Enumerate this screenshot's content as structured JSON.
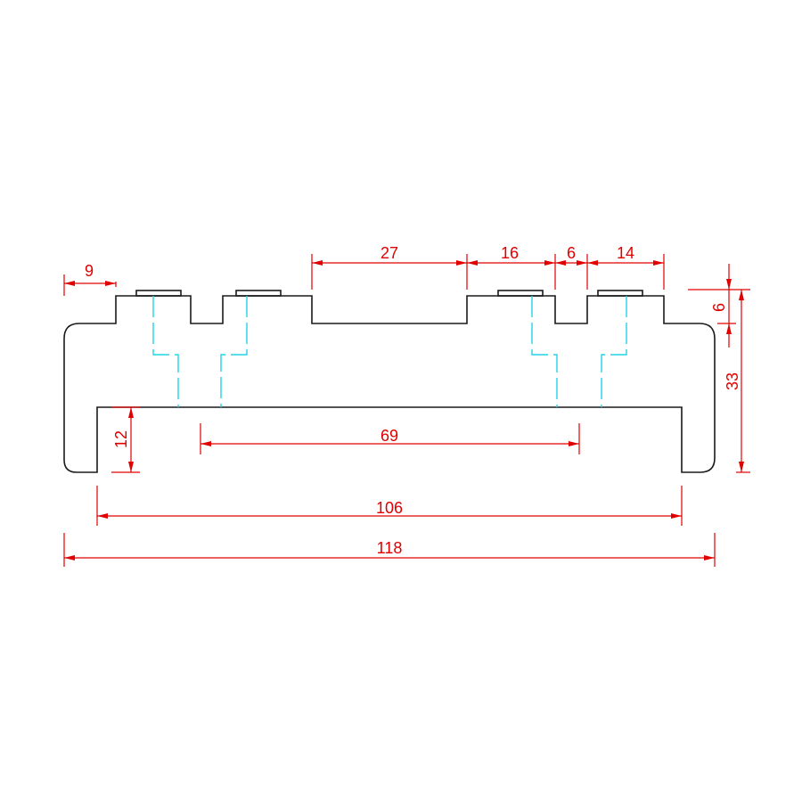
{
  "colors": {
    "outline": "#1a1a1a",
    "dimension": "#e00000",
    "hidden_line": "#22d3e6",
    "background": "#ffffff"
  },
  "dimensions": {
    "tab_offset": "9",
    "gap_width": "27",
    "tab_width": "16",
    "slot_width": "6",
    "right_tab_width": "14",
    "tab_height": "6",
    "total_height": "33",
    "leg_height": "12",
    "hole_spacing": "69",
    "inner_width": "106",
    "overall_width": "118"
  }
}
